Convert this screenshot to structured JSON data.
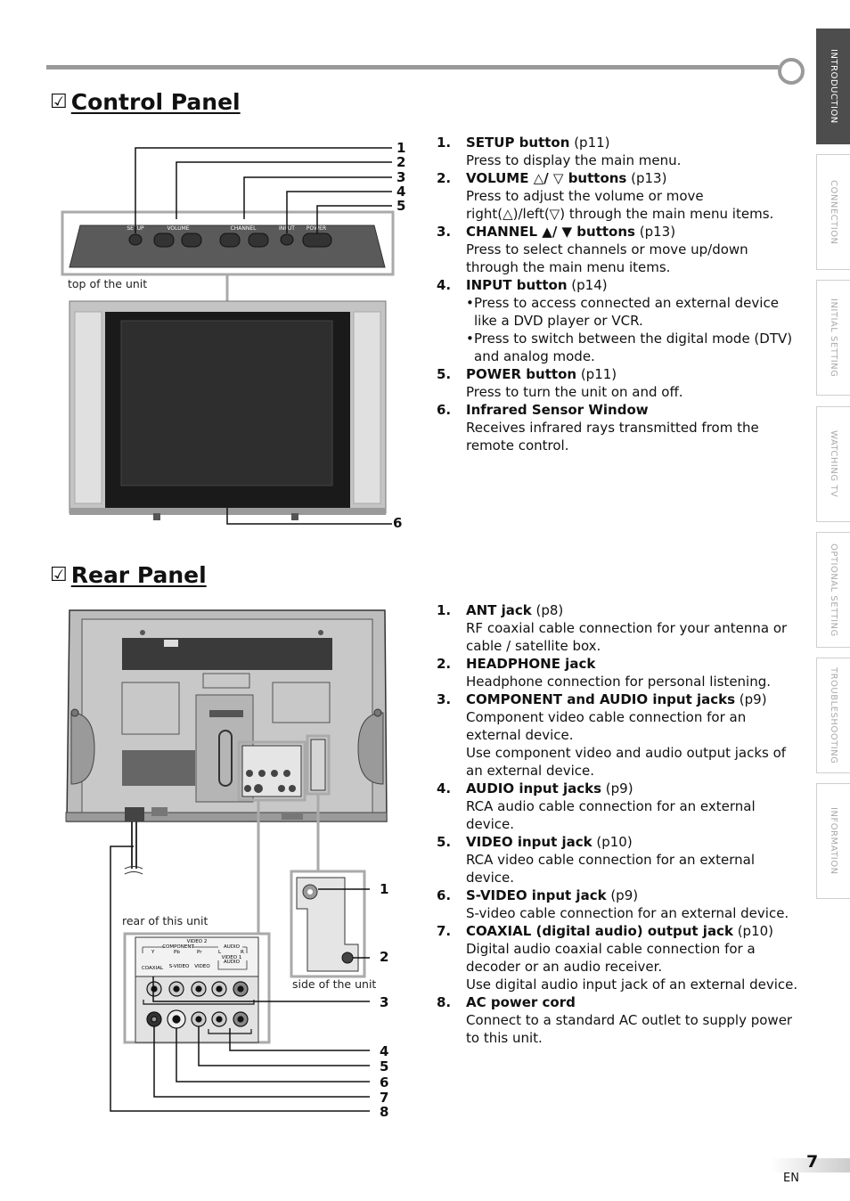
{
  "side_tabs": [
    {
      "label": "INTRODUCTION",
      "active": true
    },
    {
      "label": "CONNECTION",
      "active": false
    },
    {
      "label": "INITIAL SETTING",
      "active": false
    },
    {
      "label": "WATCHING TV",
      "active": false
    },
    {
      "label": "OPTIONAL SETTING",
      "active": false
    },
    {
      "label": "TROUBLESHOOTING",
      "active": false
    },
    {
      "label": "INFORMATION",
      "active": false
    }
  ],
  "control_panel": {
    "checkbox": "☑",
    "title": "Control Panel",
    "caption_top": "top of the unit",
    "panel_labels": {
      "setup": "SETUP",
      "volume": "VOLUME",
      "channel": "CHANNEL",
      "input": "INPUT",
      "power": "POWER"
    },
    "callouts": [
      "1",
      "2",
      "3",
      "4",
      "5",
      "6"
    ],
    "items": [
      {
        "num": "1.",
        "title": "SETUP button",
        "ref": " (p11)",
        "lines": [
          "Press to display the main menu."
        ]
      },
      {
        "num": "2.",
        "title": "VOLUME △/ ▽ buttons",
        "ref": " (p13)",
        "lines": [
          "Press to adjust the volume or move right(△)/left(▽) through the main menu items."
        ]
      },
      {
        "num": "3.",
        "title": "CHANNEL ▲/ ▼ buttons",
        "ref": " (p13)",
        "lines": [
          "Press to select channels or move up/down through the main menu items."
        ]
      },
      {
        "num": "4.",
        "title": "INPUT button",
        "ref": " (p14)",
        "bullets": [
          "Press to access connected an external device like a DVD player or VCR.",
          "Press to switch between the digital mode (DTV) and analog mode."
        ]
      },
      {
        "num": "5.",
        "title": "POWER button",
        "ref": " (p11)",
        "lines": [
          "Press to turn the unit on and off."
        ]
      },
      {
        "num": "6.",
        "title": "Infrared Sensor Window",
        "ref": "",
        "lines": [
          "Receives infrared rays transmitted from the remote control."
        ]
      }
    ]
  },
  "rear_panel": {
    "checkbox": "☑",
    "title": "Rear Panel",
    "caption_rear": "rear of this unit",
    "caption_side": "side of the unit",
    "jack_labels": {
      "video2": "VIDEO 2",
      "component": "COMPONENT",
      "audio": "AUDIO",
      "y": "Y",
      "pb": "Pb",
      "pr": "Pr",
      "l": "L",
      "r": "R",
      "video1": "VIDEO 1",
      "coaxial": "COAXIAL",
      "svideo": "S-VIDEO",
      "video": "VIDEO"
    },
    "callouts": [
      "1",
      "2",
      "3",
      "4",
      "5",
      "6",
      "7",
      "8"
    ],
    "items": [
      {
        "num": "1.",
        "title": "ANT jack",
        "ref": " (p8)",
        "lines": [
          "RF coaxial cable connection for your antenna or cable / satellite box."
        ]
      },
      {
        "num": "2.",
        "title": "HEADPHONE jack",
        "ref": "",
        "lines": [
          "Headphone connection for personal listening."
        ]
      },
      {
        "num": "3.",
        "title": "COMPONENT and AUDIO input jacks",
        "ref": " (p9)",
        "lines": [
          "Component video cable connection for an external device.",
          "Use component video and audio output jacks of an external device."
        ]
      },
      {
        "num": "4.",
        "title": "AUDIO input jacks",
        "ref": " (p9)",
        "lines": [
          "RCA audio cable connection for an external device."
        ]
      },
      {
        "num": "5.",
        "title": "VIDEO input jack",
        "ref": " (p10)",
        "lines": [
          "RCA video cable connection for an external device."
        ]
      },
      {
        "num": "6.",
        "title": "S-VIDEO input jack",
        "ref": " (p9)",
        "lines": [
          "S-video cable connection for an external device."
        ]
      },
      {
        "num": "7.",
        "title": "COAXIAL (digital audio) output jack",
        "ref": " (p10)",
        "lines": [
          "Digital audio coaxial cable connection for a decoder or an audio receiver.",
          "Use digital audio input jack of an external device."
        ]
      },
      {
        "num": "8.",
        "title": "AC power cord",
        "ref": "",
        "lines": [
          "Connect to a standard AC outlet to supply power to this unit."
        ]
      }
    ]
  },
  "footer": {
    "page_number": "7",
    "lang": "EN"
  }
}
